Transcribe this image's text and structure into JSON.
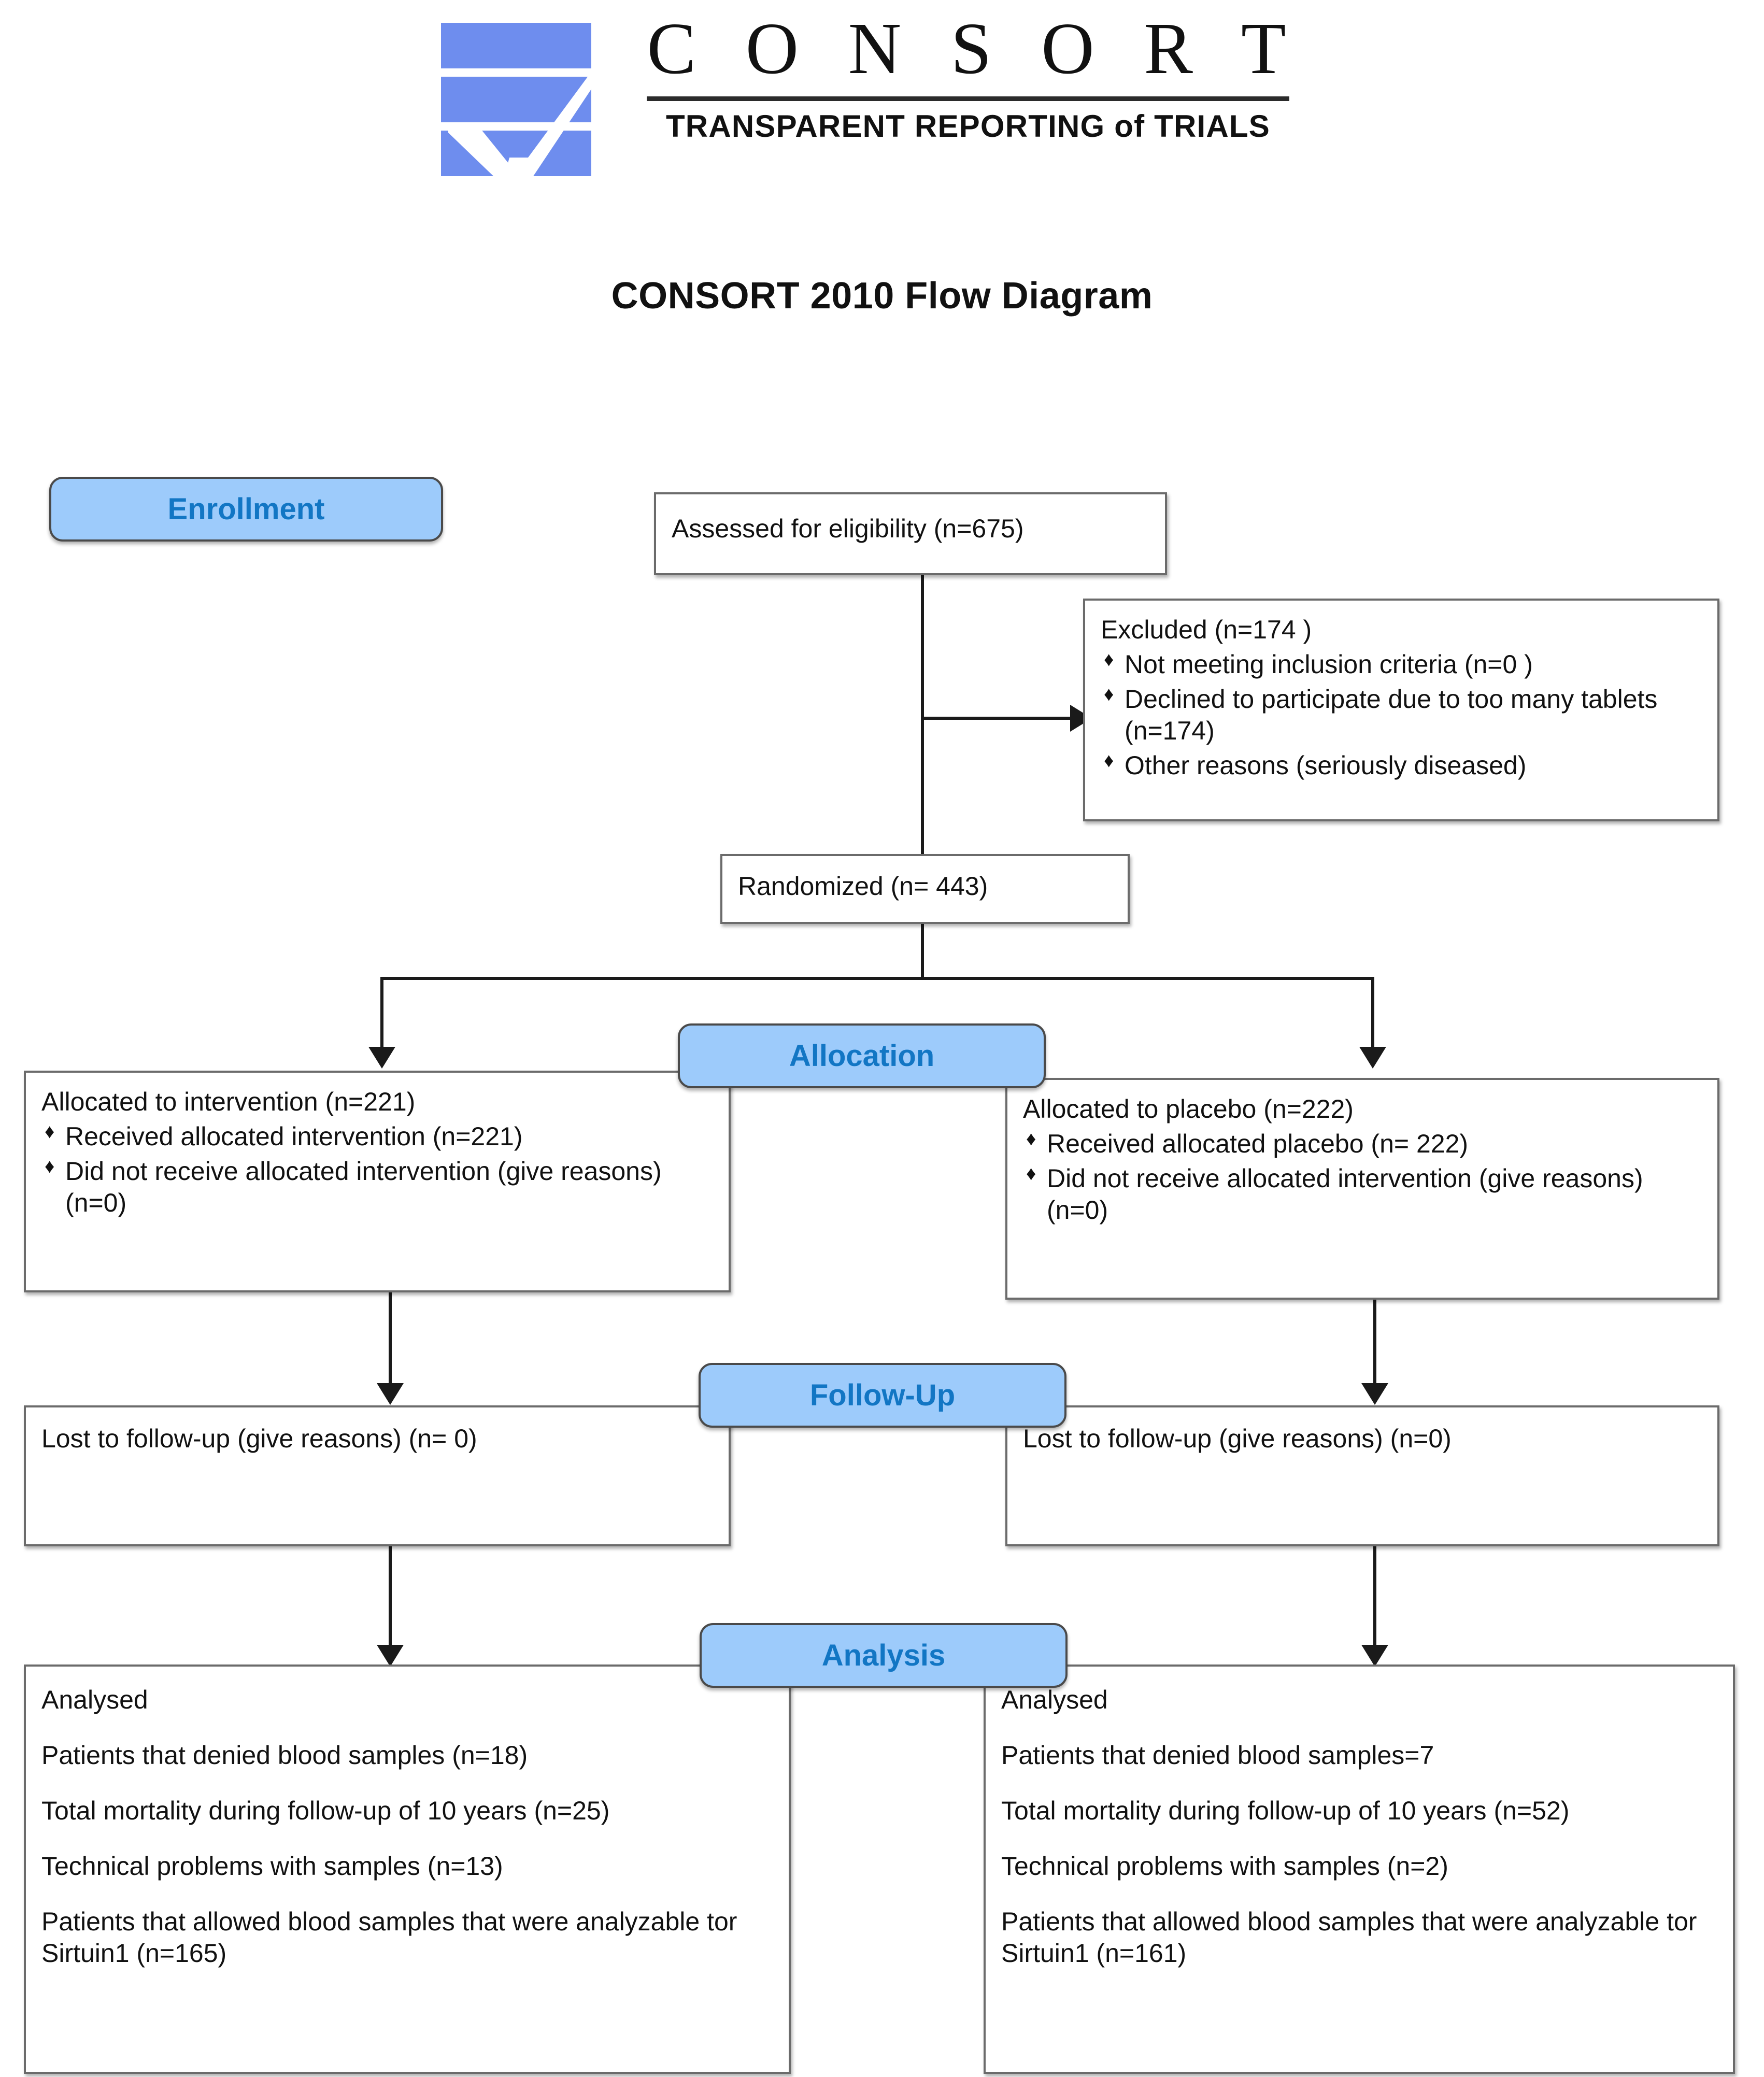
{
  "logo": {
    "wordmark": "C O N S O R T",
    "tagline": "TRANSPARENT REPORTING of TRIALS",
    "mark_color": "#6e8dee"
  },
  "title": "CONSORT 2010 Flow Diagram",
  "colors": {
    "badge_fill": "#9dcbfb",
    "badge_text": "#1276c4",
    "box_border": "#6b6b6b",
    "connector": "#1a1a1a"
  },
  "stages": {
    "enrollment": "Enrollment",
    "allocation": "Allocation",
    "followup": "Follow-Up",
    "analysis": "Analysis"
  },
  "enrollment": {
    "assessed": "Assessed for eligibility (n=675)",
    "excluded": {
      "heading": "Excluded (n=174   )",
      "reasons": [
        "Not meeting inclusion criteria (n=0 )",
        "Declined to participate due to too many tablets (n=174)",
        "Other reasons (seriously diseased)"
      ]
    },
    "randomized": "Randomized (n= 443)"
  },
  "allocation": {
    "left": {
      "heading": "Allocated to intervention (n=221)",
      "bullets": [
        "Received allocated intervention (n=221)",
        "Did not receive allocated intervention (give reasons) (n=0)"
      ]
    },
    "right": {
      "heading": "Allocated to placebo (n=222)",
      "bullets": [
        "Received allocated placebo (n= 222)",
        "Did not receive allocated intervention (give reasons) (n=0)"
      ]
    }
  },
  "followup": {
    "left": "Lost to follow-up (give reasons) (n= 0)",
    "right": "Lost to follow-up (give reasons) (n=0)"
  },
  "analysis": {
    "left": {
      "heading": "Analysed",
      "lines": [
        "Patients that denied blood samples (n=18)",
        "Total mortality during follow-up of 10 years (n=25)",
        "Technical problems with samples (n=13)",
        "Patients that allowed blood samples that were analyzable tor Sirtuin1 (n=165)"
      ]
    },
    "right": {
      "heading": "Analysed",
      "lines": [
        "Patients that denied blood samples=7",
        "Total mortality during follow-up of 10 years (n=52)",
        "Technical problems with samples (n=2)",
        "Patients that allowed blood samples that were analyzable tor Sirtuin1 (n=161)"
      ]
    }
  }
}
